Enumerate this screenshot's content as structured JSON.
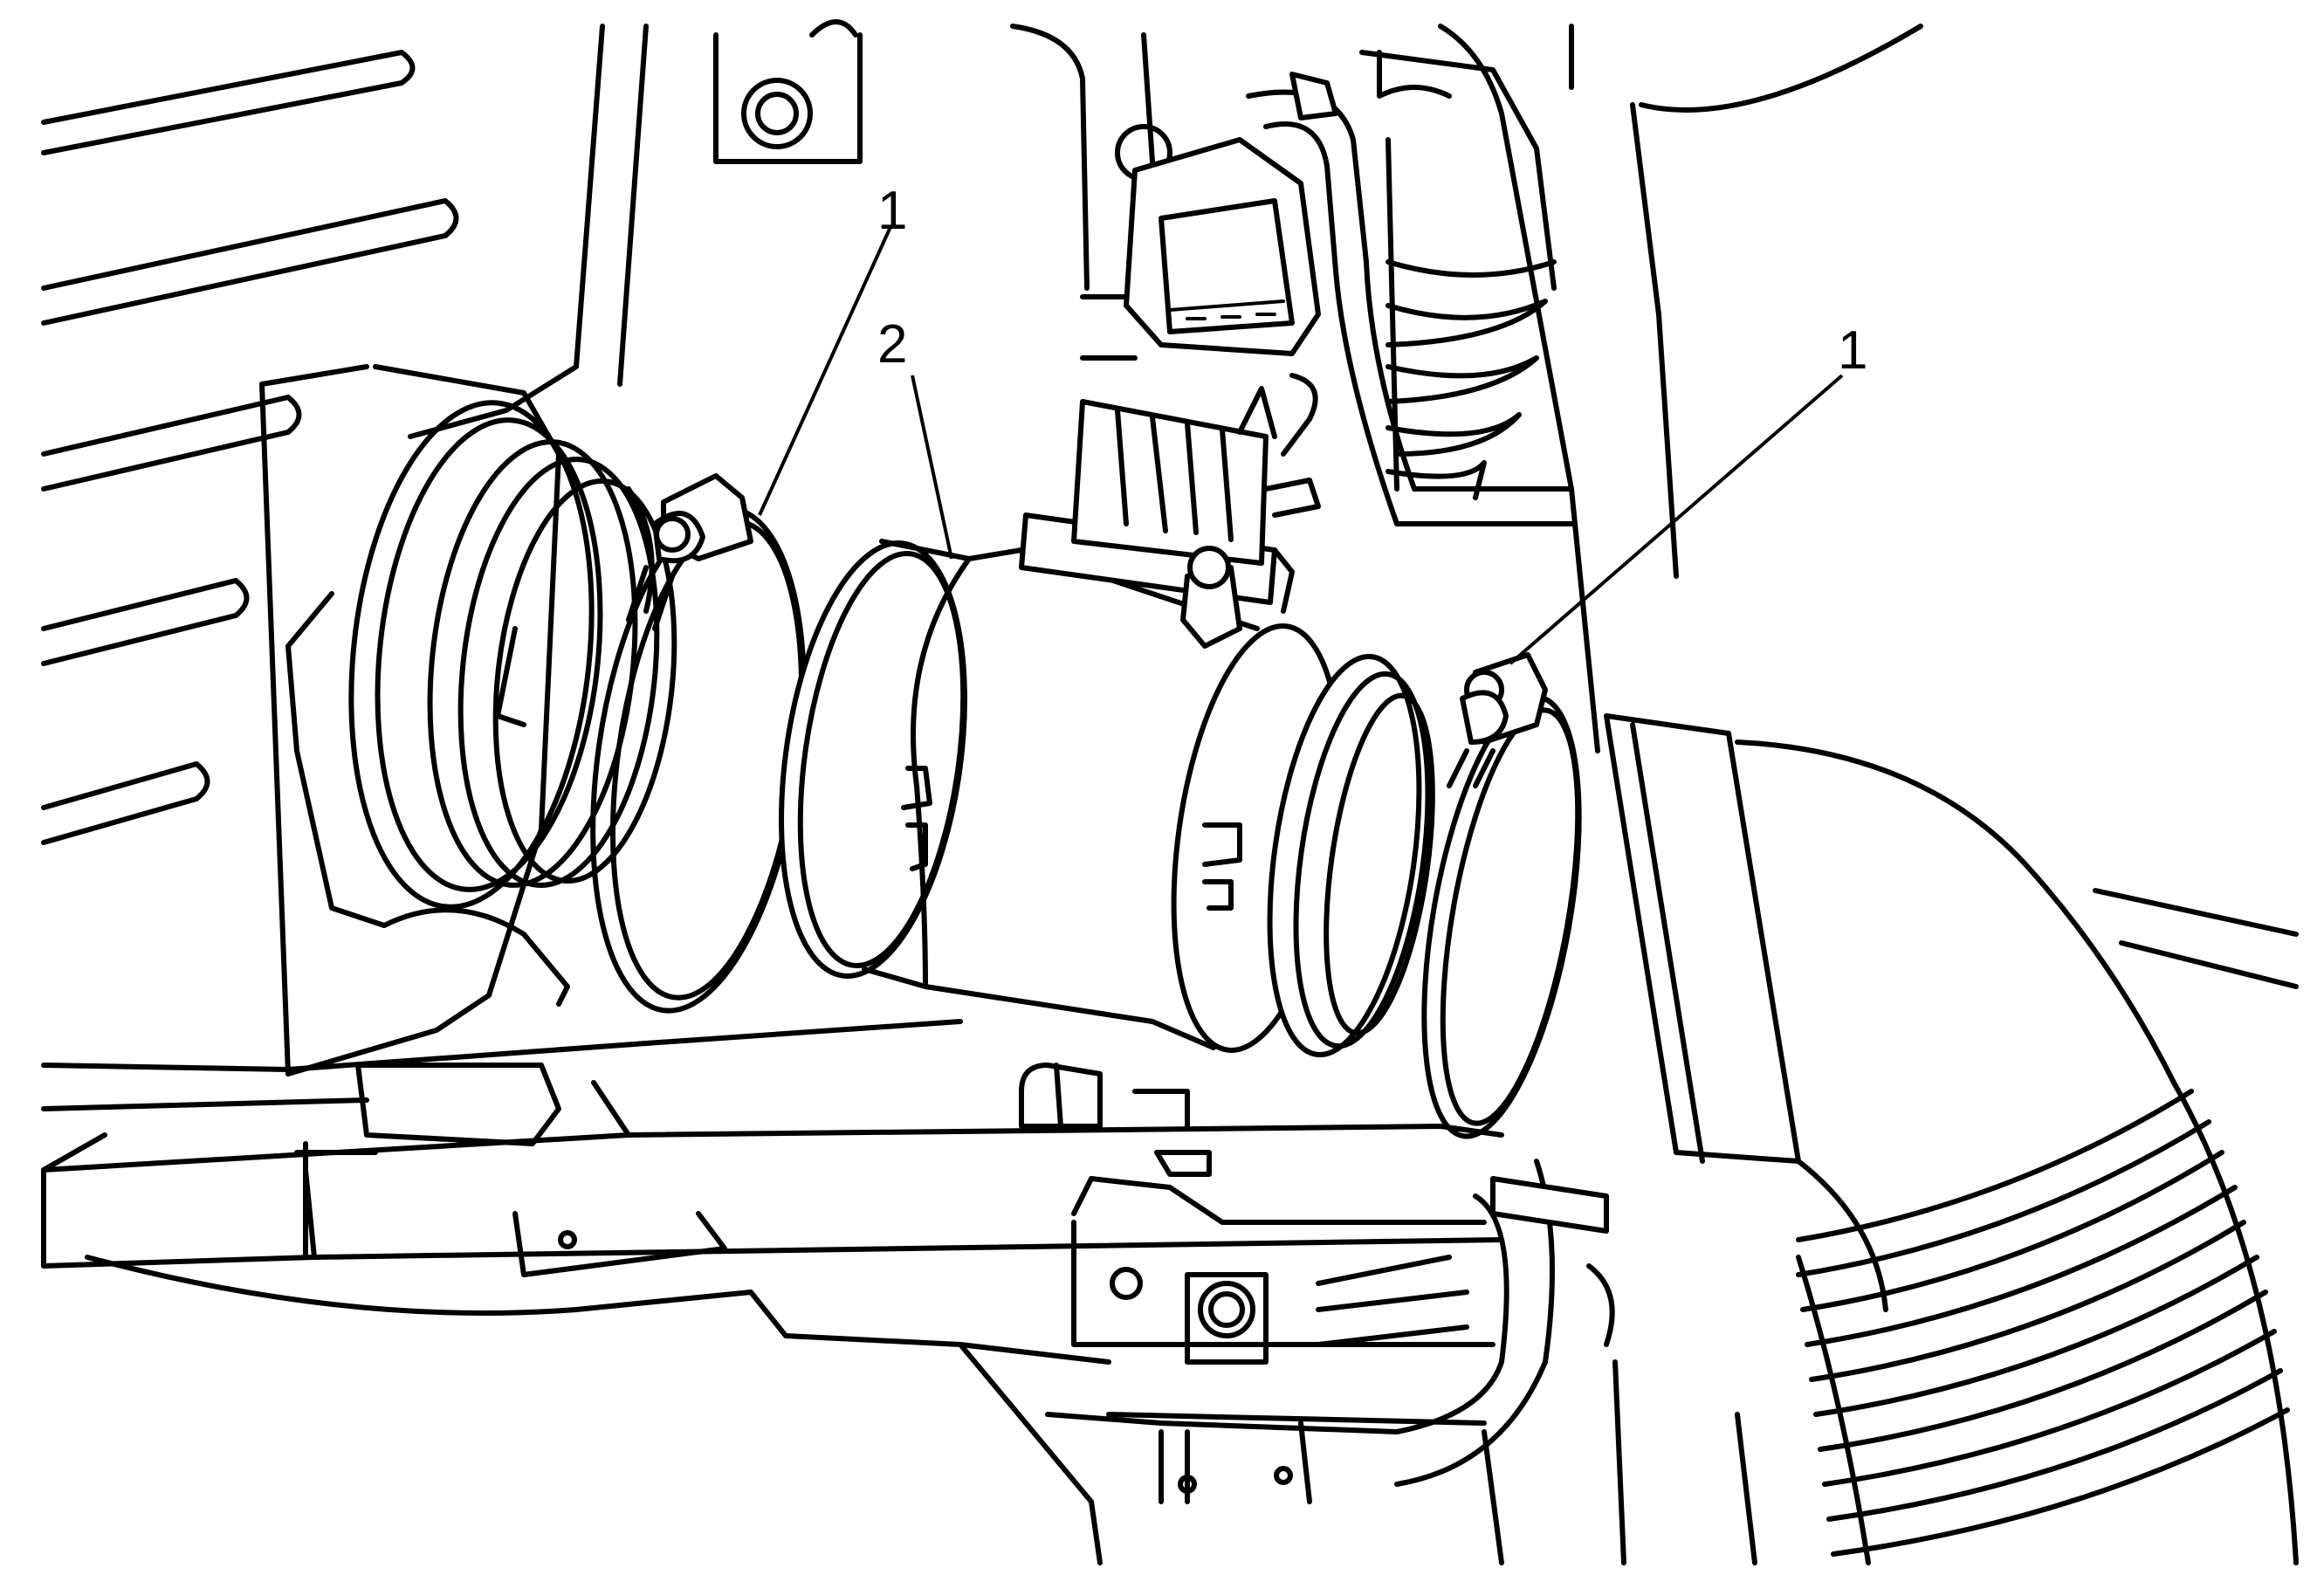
{
  "callouts": [
    {
      "id": "clamp-left",
      "label": "1"
    },
    {
      "id": "sensor",
      "label": "2"
    },
    {
      "id": "clamp-right",
      "label": "1"
    }
  ]
}
